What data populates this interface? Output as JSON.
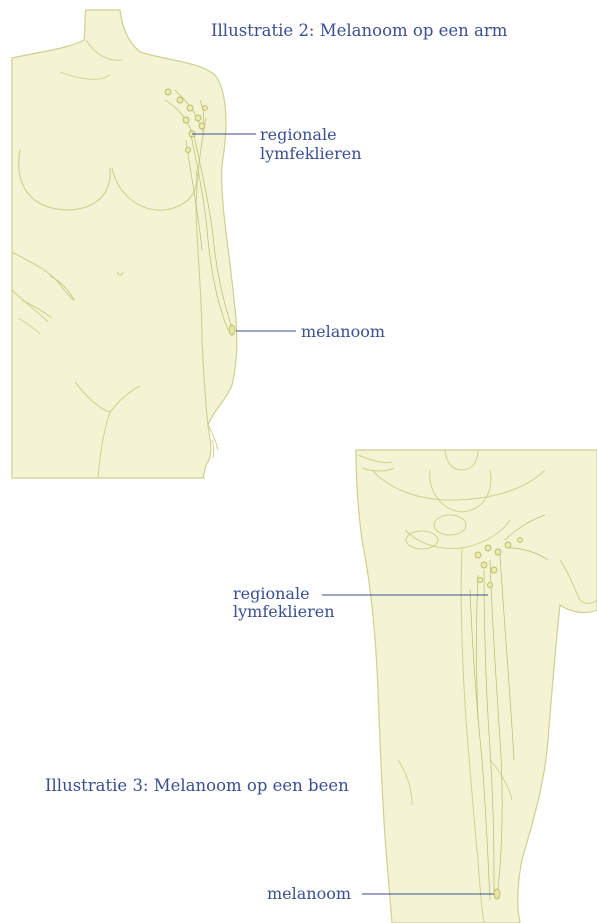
{
  "figure_arm": {
    "caption": "Illustratie 2: Melanoom op een arm",
    "callout_lymph_line1": "regionale",
    "callout_lymph_line2": "lymfeklieren",
    "callout_melanoma": "melanoom"
  },
  "figure_leg": {
    "caption": "Illustratie 3: Melanoom op een been",
    "callout_lymph_line1": "regionale",
    "callout_lymph_line2": "lymfeklieren",
    "callout_melanoma": "melanoom"
  },
  "colors": {
    "body_fill": "#f4f4d4",
    "body_outline": "#cfd08e",
    "vessel": "#b9bb6a",
    "node_fill": "#e9ecab",
    "callout_line": "#3a4f92",
    "text": "#3a4f92"
  }
}
